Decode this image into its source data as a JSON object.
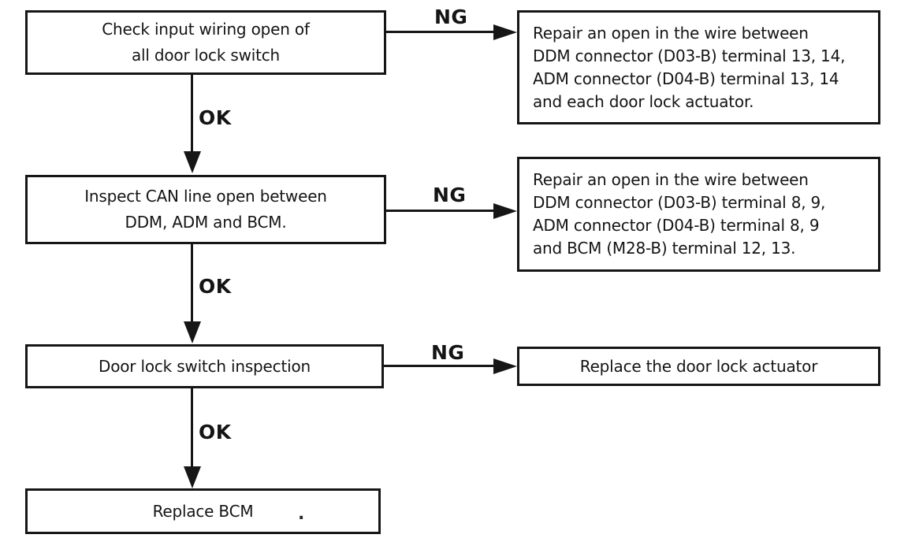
{
  "diagram": {
    "type": "flowchart",
    "ink_color": "#161616",
    "background_color": "#ffffff",
    "nodes": [
      {
        "id": "check-input-wiring",
        "align": "center",
        "lines": [
          "Check input wiring open of",
          "all door lock switch"
        ]
      },
      {
        "id": "repair-input-wire",
        "align": "left",
        "lines": [
          "Repair an open in the wire between",
          "DDM connector (D03-B) terminal 13, 14,",
          "ADM connector (D04-B) terminal 13, 14",
          "and each door lock actuator."
        ]
      },
      {
        "id": "inspect-can-line",
        "align": "center",
        "lines": [
          "Inspect CAN line open between",
          "DDM, ADM and BCM."
        ]
      },
      {
        "id": "repair-can-wire",
        "align": "left",
        "lines": [
          "Repair an open in the wire between",
          "DDM connector (D03-B) terminal 8, 9,",
          "ADM connector (D04-B) terminal 8, 9",
          "and BCM (M28-B) terminal 12, 13."
        ]
      },
      {
        "id": "door-lock-switch-inspection",
        "align": "center",
        "lines": [
          "Door lock switch inspection"
        ]
      },
      {
        "id": "replace-actuator",
        "align": "center",
        "lines": [
          "Replace the door lock actuator"
        ]
      },
      {
        "id": "replace-bcm",
        "align": "center",
        "lines": [
          "Replace BCM"
        ]
      }
    ],
    "edges": [
      {
        "from": "check-input-wiring",
        "to": "repair-input-wire",
        "label": "NG",
        "direction": "right"
      },
      {
        "from": "check-input-wiring",
        "to": "inspect-can-line",
        "label": "OK",
        "direction": "down"
      },
      {
        "from": "inspect-can-line",
        "to": "repair-can-wire",
        "label": "NG",
        "direction": "right"
      },
      {
        "from": "inspect-can-line",
        "to": "door-lock-switch-inspection",
        "label": "OK",
        "direction": "down"
      },
      {
        "from": "door-lock-switch-inspection",
        "to": "replace-actuator",
        "label": "NG",
        "direction": "right"
      },
      {
        "from": "door-lock-switch-inspection",
        "to": "replace-bcm",
        "label": "OK",
        "direction": "down"
      }
    ],
    "artifact_dot": "."
  }
}
